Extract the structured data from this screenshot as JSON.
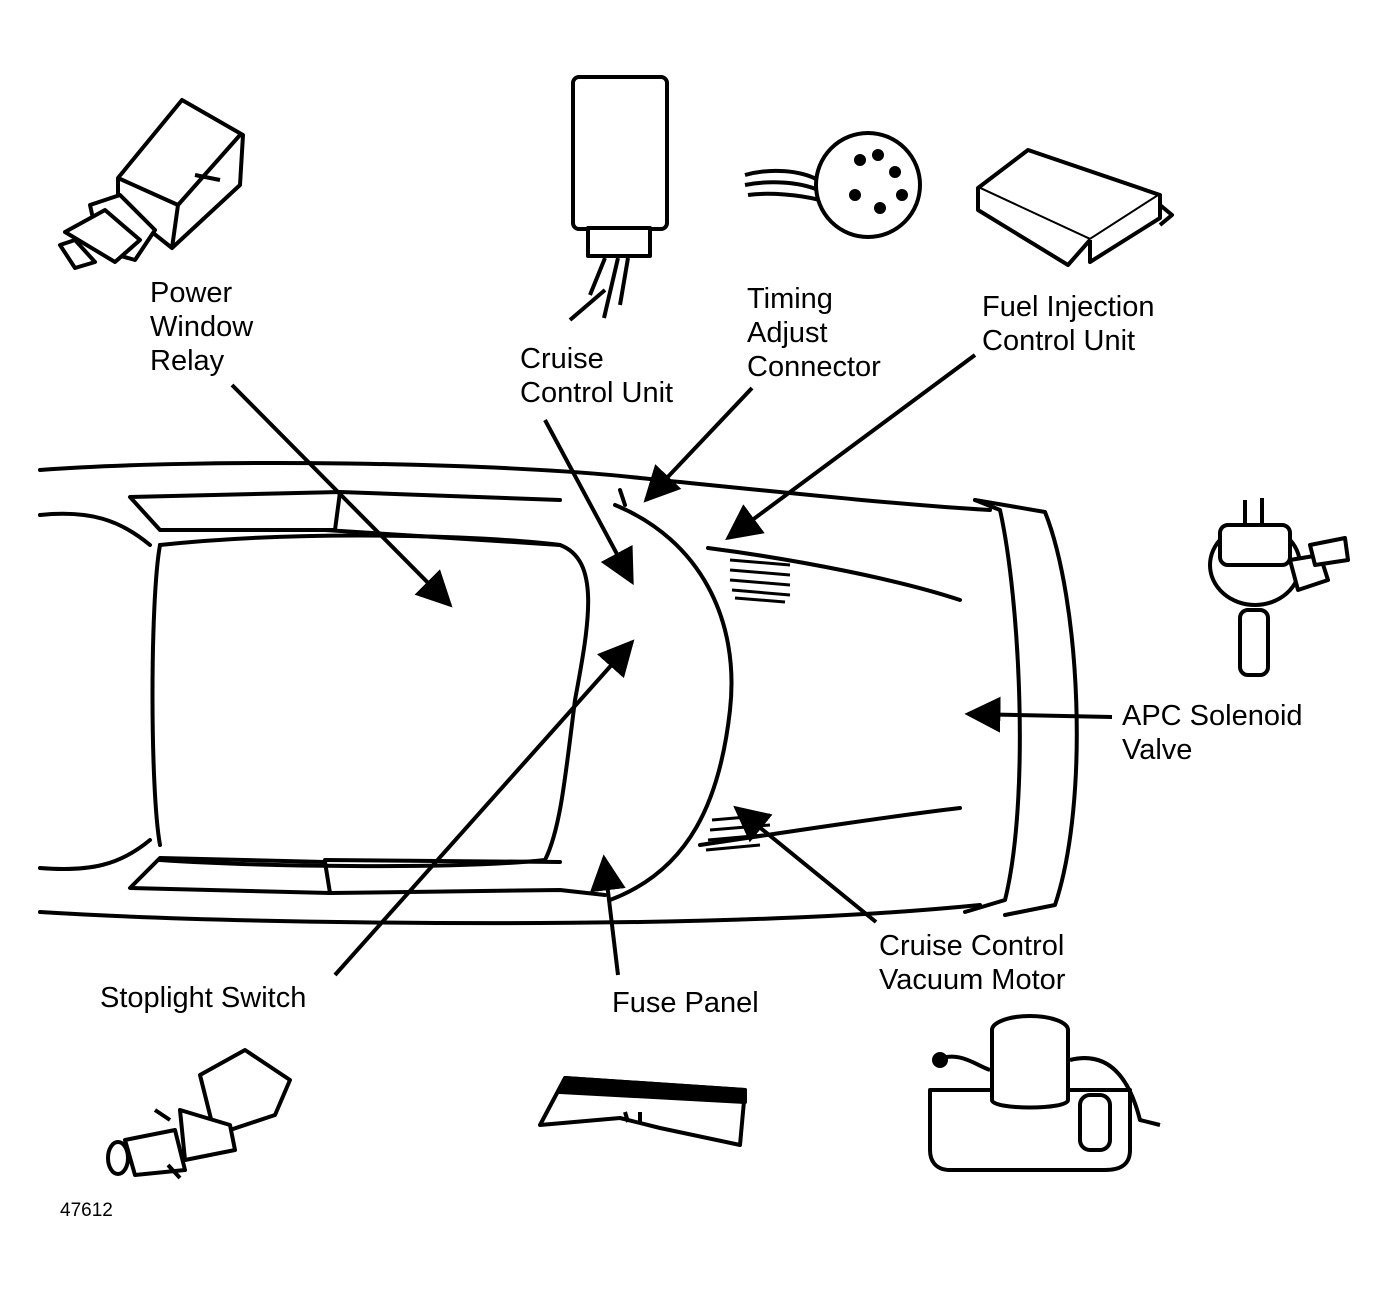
{
  "diagram": {
    "figure_number": "47612",
    "labels": {
      "power_window_relay": [
        "Power",
        "Window",
        "Relay"
      ],
      "cruise_control_unit": [
        "Cruise",
        "Control Unit"
      ],
      "timing_adjust_connector": [
        "Timing",
        "Adjust",
        "Connector"
      ],
      "fuel_injection_control_unit": [
        "Fuel Injection",
        "Control Unit"
      ],
      "apc_solenoid_valve": [
        "APC Solenoid",
        "Valve"
      ],
      "cruise_control_vacuum_motor": [
        "Cruise Control",
        "Vacuum Motor"
      ],
      "stoplight_switch": [
        "Stoplight Switch"
      ],
      "fuse_panel": [
        "Fuse Panel"
      ]
    }
  }
}
